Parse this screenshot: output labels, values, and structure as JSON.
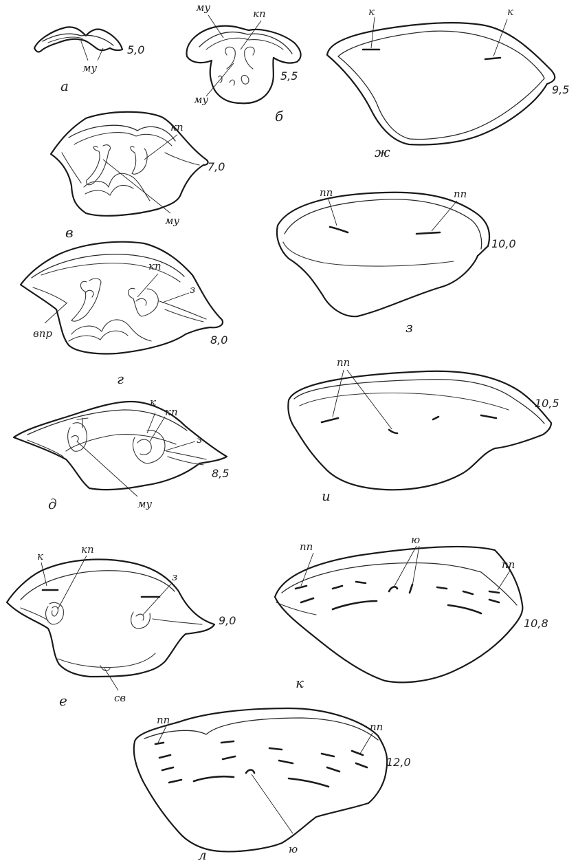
{
  "sections": {
    "a": "а",
    "b": "б",
    "v": "в",
    "g": "г",
    "d": "д",
    "e": "е",
    "zh": "ж",
    "z": "з",
    "i": "и",
    "k": "к",
    "l": "л"
  },
  "values": {
    "a": "5,0",
    "b": "5,5",
    "v": "7,0",
    "g": "8,0",
    "d": "8,5",
    "e": "9,0",
    "zh": "9,5",
    "z": "10,0",
    "i": "10,5",
    "k": "10,8",
    "l": "12,0"
  },
  "labels": {
    "mu": "му",
    "kp": "кп",
    "z": "з",
    "vpr": "впр",
    "k": "к",
    "sv": "св",
    "pp": "пп",
    "yu": "ю"
  }
}
